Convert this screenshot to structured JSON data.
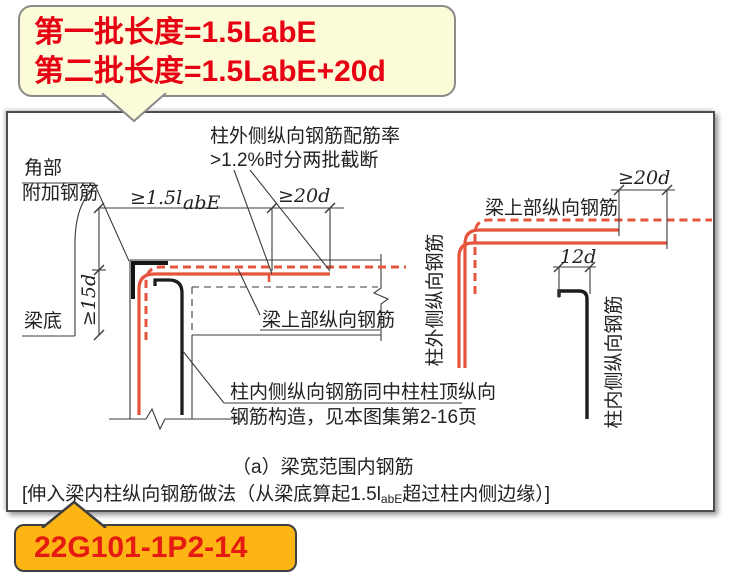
{
  "callout_top": {
    "line1": "第一批长度=1.5LabE",
    "line2": "第二批长度=1.5LabE+20d"
  },
  "callout_bottom": {
    "label": "22G101-1P2-14"
  },
  "colors": {
    "callout_top_bg": "#fcfcd9",
    "callout_bottom_bg": "#fcb513",
    "callout_text_red": "#e60012",
    "rebar_red": "#e4553c",
    "rebar_black": "#1c1c1c"
  },
  "diagram": {
    "corner_label_line1": "角部",
    "corner_label_line2": "附加钢筋",
    "top_note_line1": "柱外侧纵向钢筋配筋率",
    "top_note_line2": ">1.2%时分两批截断",
    "dim_labE_main": "≥1.5l",
    "dim_labE_sub": "abE",
    "dim_20d_left": "≥20d",
    "dim_15d": "≥15d",
    "beam_bottom_label": "梁底",
    "beam_top_label_left": "梁上部纵向钢筋",
    "inner_note_line1": "柱内侧纵向钢筋同中柱柱顶纵向",
    "inner_note_line2": "钢筋构造，见本图集第2-16页",
    "beam_top_label_right": "梁上部纵向钢筋",
    "dim_20d_right": "≥20d",
    "dim_12d": "12d",
    "col_outer_label": "柱外侧纵向钢筋",
    "col_inner_label": "柱内侧纵向钢筋",
    "caption_a": "（a）梁宽范围内钢筋",
    "caption_bracket_pre": "[伸入梁内柱纵向钢筋做法（从梁底算起1.5l",
    "caption_bracket_sub": "abE",
    "caption_bracket_post": "超过柱内侧边缘）]"
  }
}
